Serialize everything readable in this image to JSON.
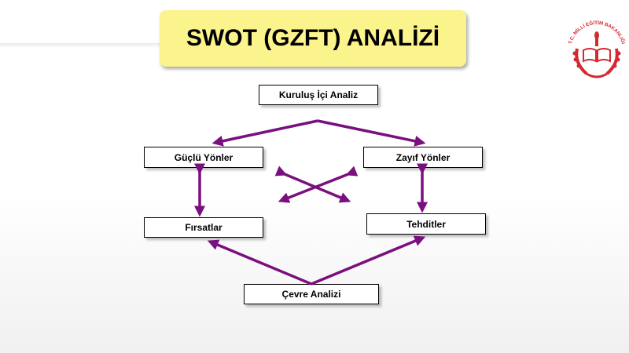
{
  "title": "SWOT (GZFT) ANALİZİ",
  "logo": {
    "text": "T.C. MİLLİ EĞİTİM BAKANLIĞI",
    "color": "#d42a2f"
  },
  "diagram": {
    "internal": "Kuruluş İçi Analiz",
    "strengths": "Güçlü Yönler",
    "weaknesses": "Zayıf Yönler",
    "opportunities": "Fırsatlar",
    "threats": "Tehditler",
    "external": "Çevre Analizi",
    "arrow_color": "#7a0f7f"
  }
}
